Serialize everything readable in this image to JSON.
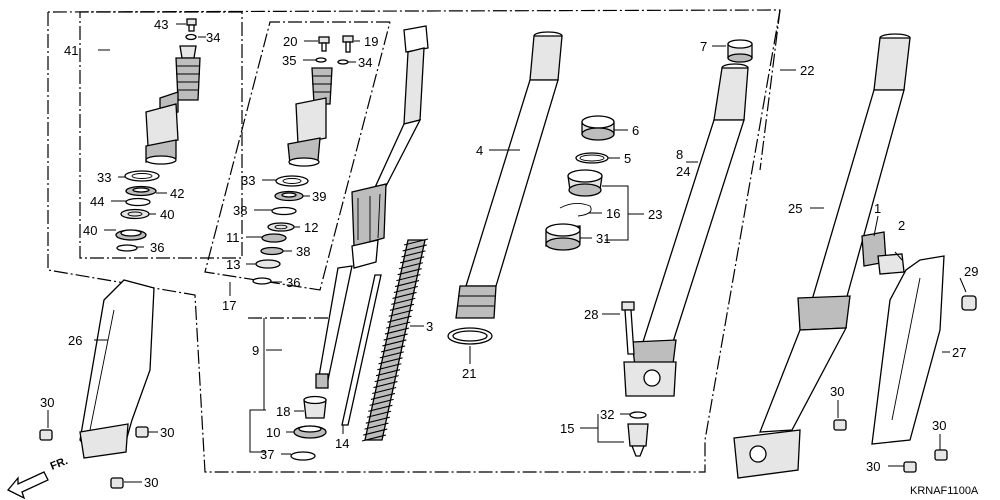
{
  "diagram_code": "KRNAF1100A",
  "direction_label": "FR.",
  "callouts": {
    "n1": "1",
    "n2": "2",
    "n3": "3",
    "n4": "4",
    "n5": "5",
    "n6": "6",
    "n7": "7",
    "n8": "8",
    "n9": "9",
    "n10": "10",
    "n11": "11",
    "n12": "12",
    "n13": "13",
    "n14": "14",
    "n15": "15",
    "n16": "16",
    "n17": "17",
    "n18": "18",
    "n19": "19",
    "n20": "20",
    "n21": "21",
    "n22": "22",
    "n23": "23",
    "n24": "24",
    "n25": "25",
    "n26": "26",
    "n27": "27",
    "n28": "28",
    "n29": "29",
    "n30": "30",
    "n31": "31",
    "n32": "32",
    "n33": "33",
    "n34": "34",
    "n35": "35",
    "n36": "36",
    "n37": "37",
    "n38": "38",
    "n39": "39",
    "n40": "40",
    "n41": "41",
    "n42": "42",
    "n43": "43",
    "n44": "44"
  }
}
